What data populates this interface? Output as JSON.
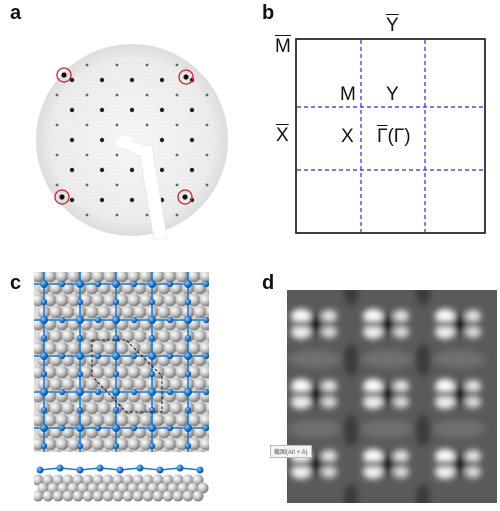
{
  "figure": {
    "panels": {
      "a": {
        "label": "a"
      },
      "b": {
        "label": "b",
        "labels": {
          "m_bar": "M",
          "y_bar": "Y",
          "x_bar": "X",
          "m": "M",
          "y": "Y",
          "x": "X",
          "gamma_bar": "Γ",
          "gamma_paren": "(Γ)"
        }
      },
      "c": {
        "label": "c"
      },
      "d": {
        "label": "d"
      }
    },
    "tooltip": "截图(Alt + A)",
    "colors": {
      "highlight_circle": "#d0202a",
      "dashed_grid": "#2a2ad6",
      "atom_blue": "#1f78d1",
      "atom_gray": "#b9b9b9"
    }
  }
}
